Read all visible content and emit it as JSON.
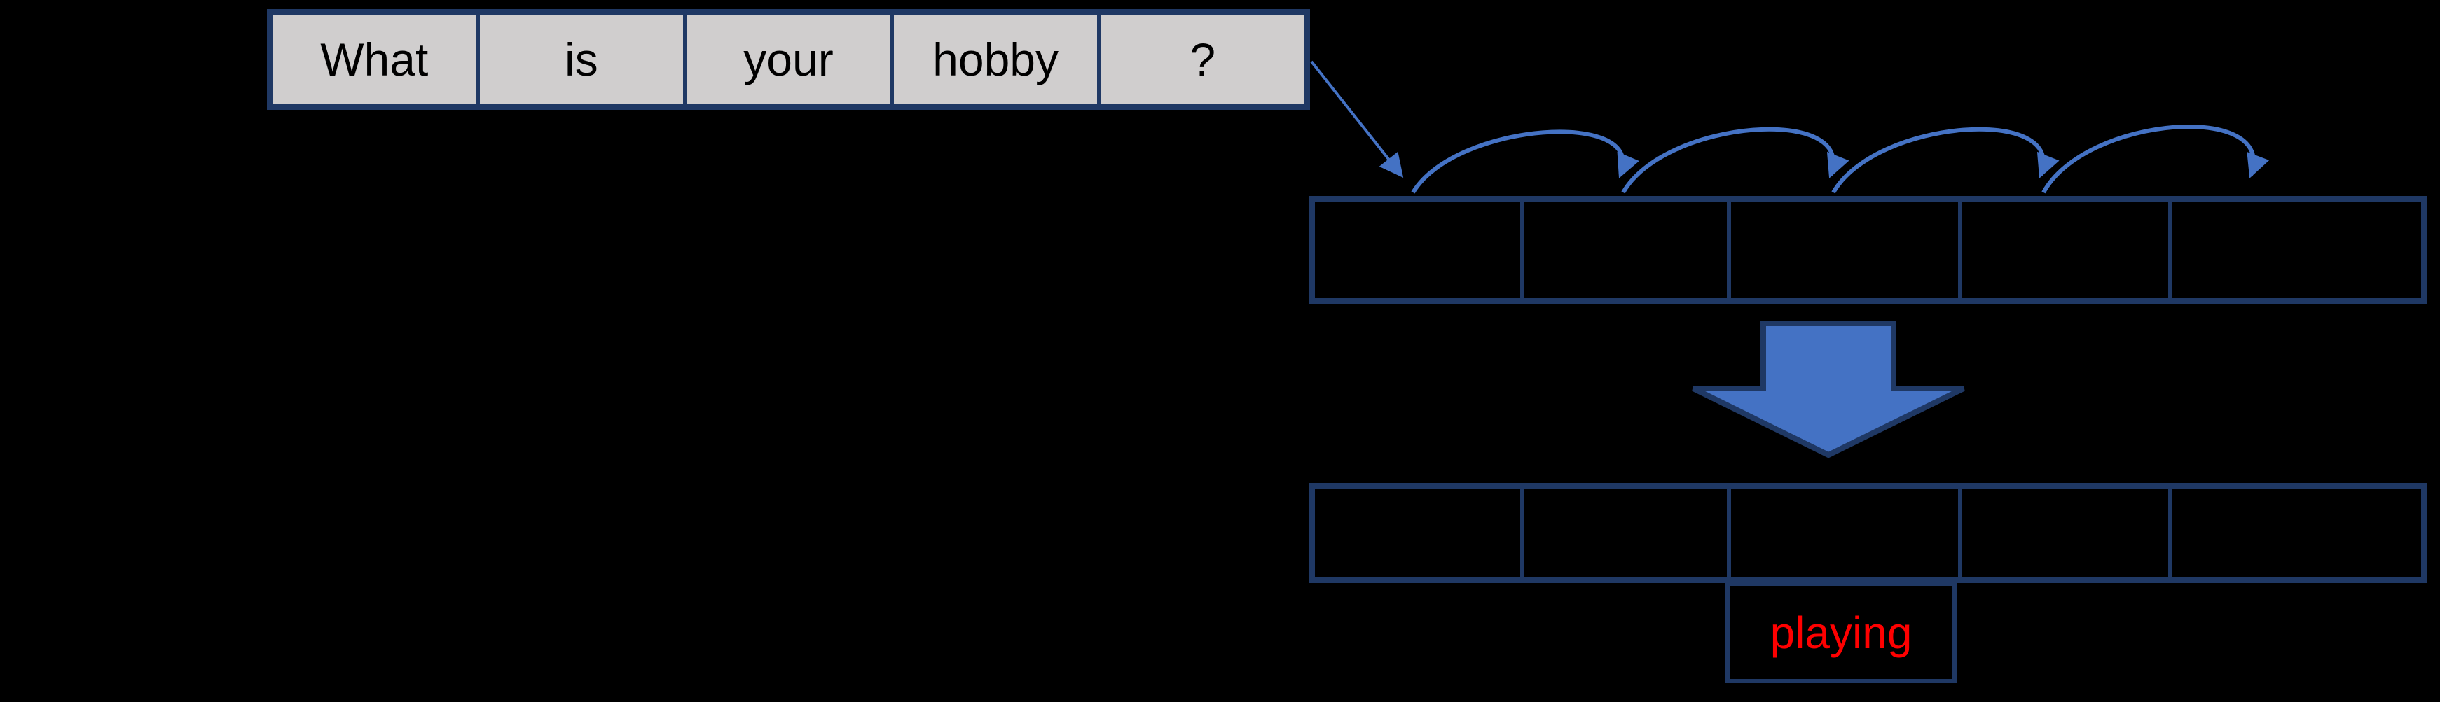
{
  "sentence_row": {
    "tokens": [
      "What",
      "is",
      "your",
      "hobby",
      "?"
    ]
  },
  "hidden_row": {
    "cell_count": 5
  },
  "output_row": {
    "cell_count": 5
  },
  "answer_box": {
    "label": "playing"
  },
  "colors": {
    "background": "#000000",
    "border_navy": "#1f3864",
    "token_fill": "#d0cece",
    "token_text": "#000000",
    "arrow_blue": "#4472c4",
    "answer_red": "#ff0000"
  },
  "icons": {
    "input_arrow": "diagonal-arrow-icon",
    "hop_arrow": "hop-arc-arrow-icon",
    "transform_arrow": "big-down-arrow-icon"
  }
}
